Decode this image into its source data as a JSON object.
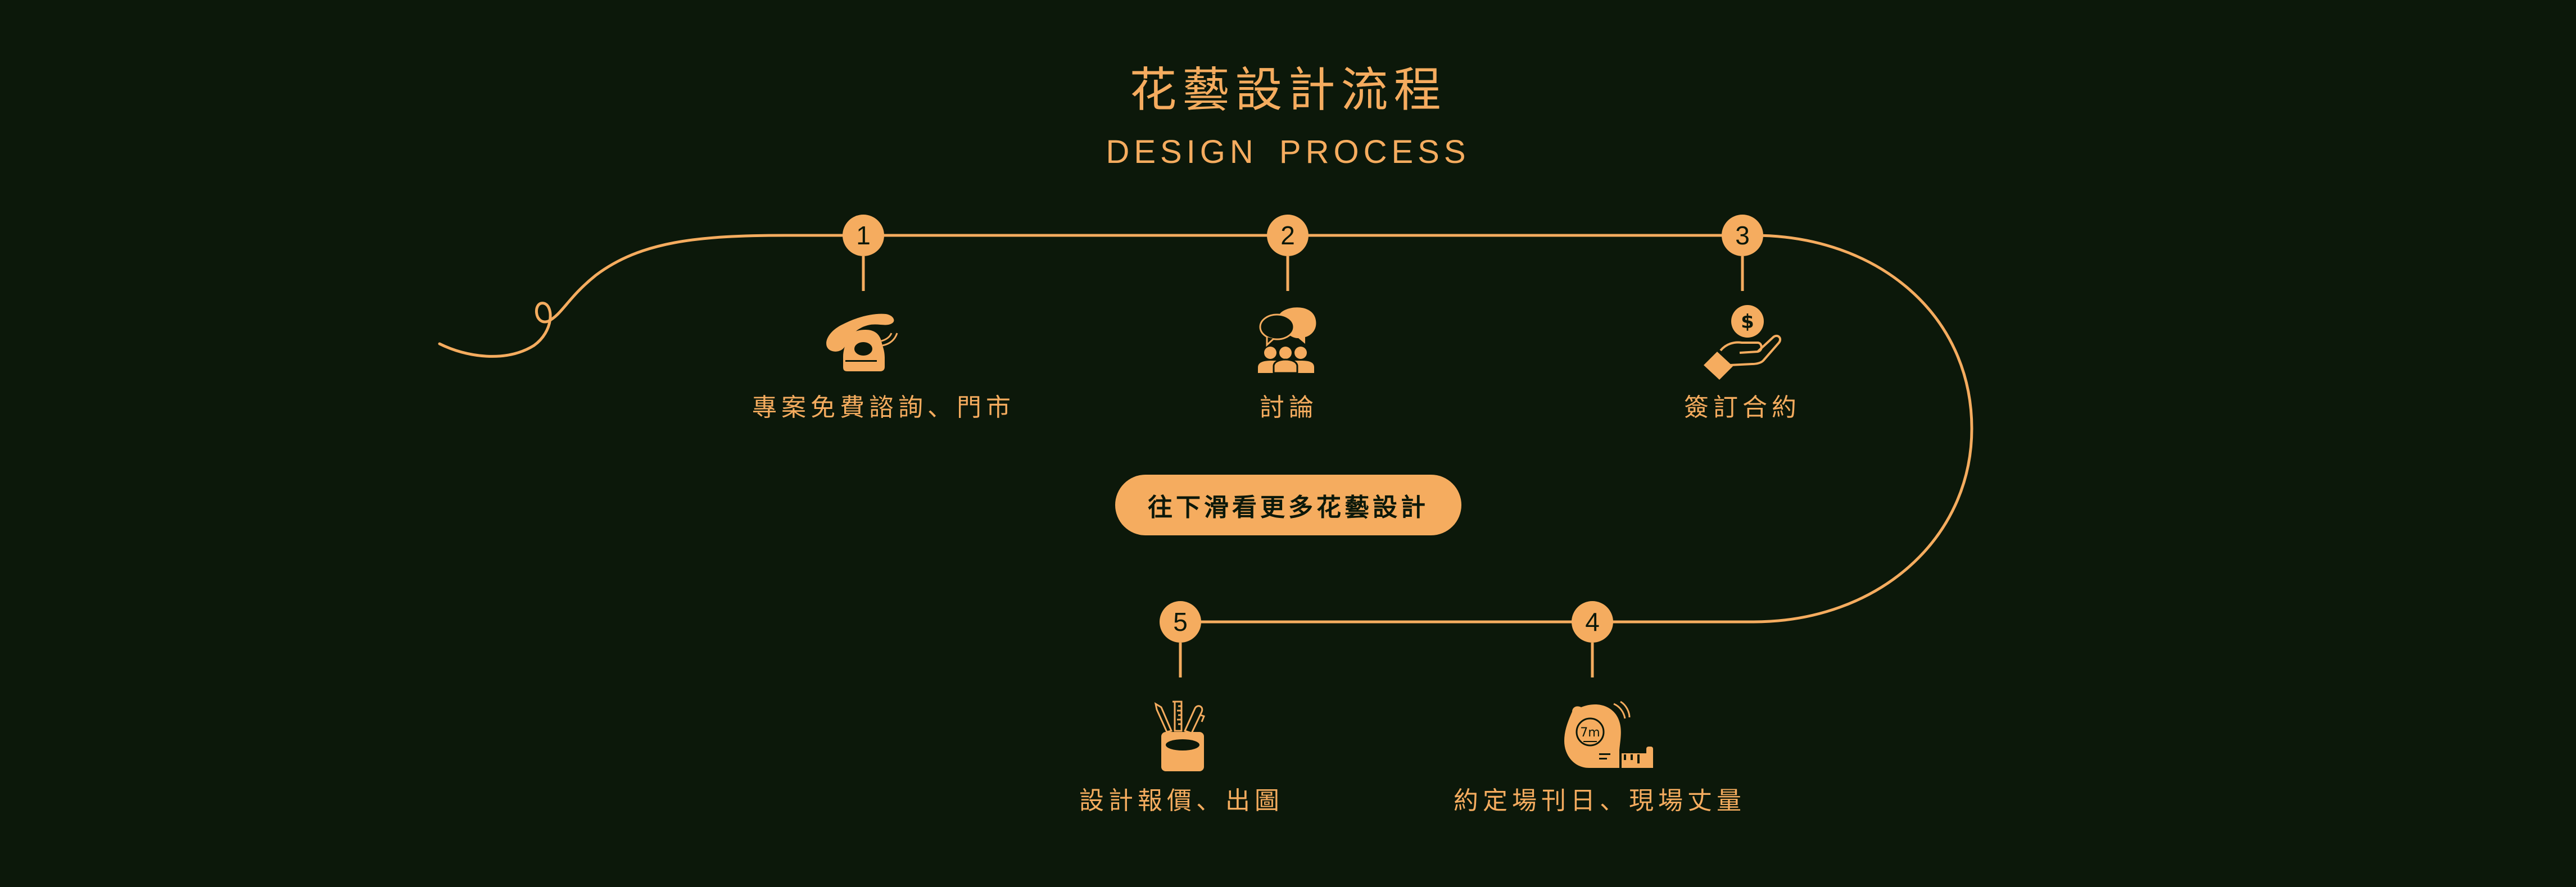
{
  "header": {
    "title_zh": "花藝設計流程",
    "title_en": "DESIGN  PROCESS"
  },
  "steps": [
    {
      "number": "1",
      "label": "專案免費諮詢、門市",
      "icon": "telephone-icon"
    },
    {
      "number": "2",
      "label": "討論",
      "icon": "discussion-group-icon"
    },
    {
      "number": "3",
      "label": "簽訂合約",
      "icon": "hand-coin-icon"
    },
    {
      "number": "4",
      "label": "約定場刊日、現場丈量",
      "icon": "tape-measure-icon",
      "icon_text": "7m"
    },
    {
      "number": "5",
      "label": "設計報價、出圖",
      "icon": "pencil-cup-icon"
    }
  ],
  "cta": {
    "label": "往下滑看更多花藝設計"
  },
  "colors": {
    "background": "#0C180A",
    "accent": "#F5AC5F"
  }
}
